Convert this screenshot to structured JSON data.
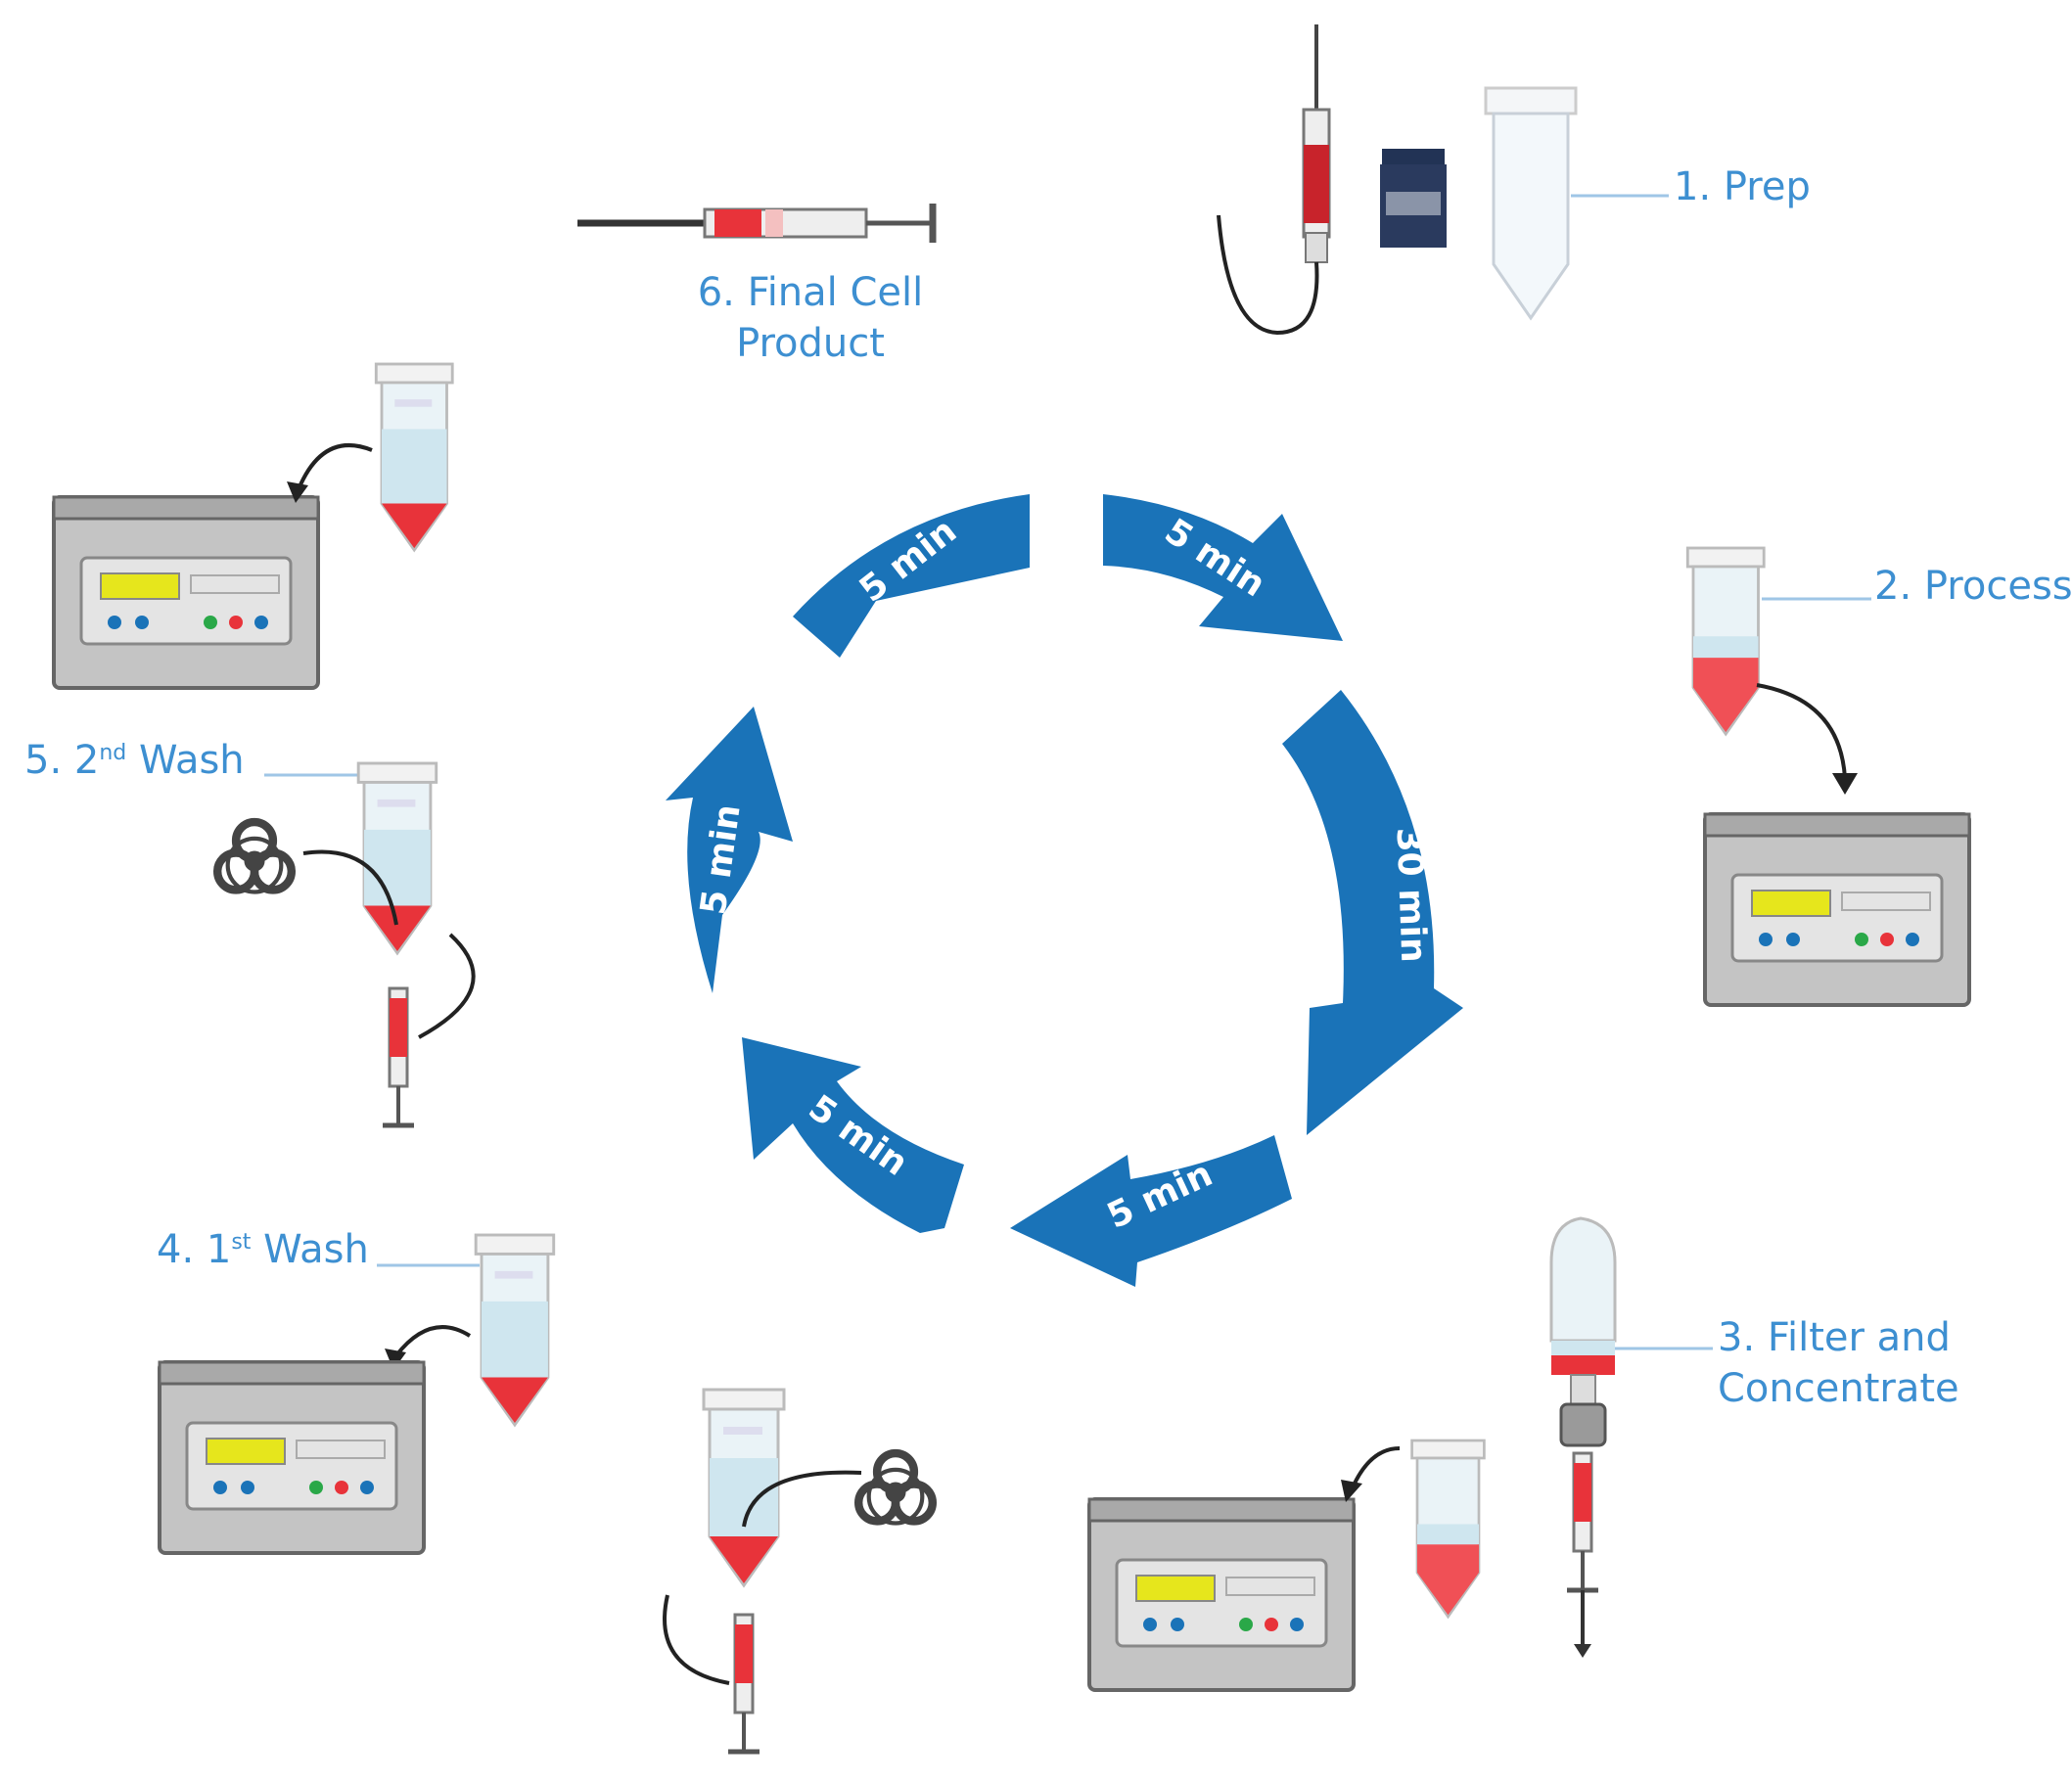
{
  "steps": {
    "prep": "1. Prep",
    "process": "2. Process",
    "filter_line1": "3. Filter and",
    "filter_line2": "Concentrate",
    "wash1_num": "4. 1",
    "wash1_sup": "st",
    "wash1_word": " Wash",
    "wash2_num": "5. 2",
    "wash2_sup": "nd",
    "wash2_word": " Wash",
    "final_line1": "6. Final Cell",
    "final_line2": "Product"
  },
  "cycle_arrows": [
    {
      "label": "5 min"
    },
    {
      "label": "30 min"
    },
    {
      "label": "5 min"
    },
    {
      "label": "5 min"
    },
    {
      "label": "5 min"
    },
    {
      "label": "5 min"
    }
  ],
  "colors": {
    "arrow_blue": "#1a73b8",
    "label_blue": "#3d8fd1",
    "blood_red": "#e8333a",
    "fluid_blue": "#cfe6ef",
    "device_gray": "#c4c4c4",
    "display_yellow": "#e6e61c"
  },
  "icons": {
    "device": "centrifuge-icon",
    "tube": "conical-tube-icon",
    "syringe": "syringe-icon",
    "waste": "biohazard-icon"
  }
}
